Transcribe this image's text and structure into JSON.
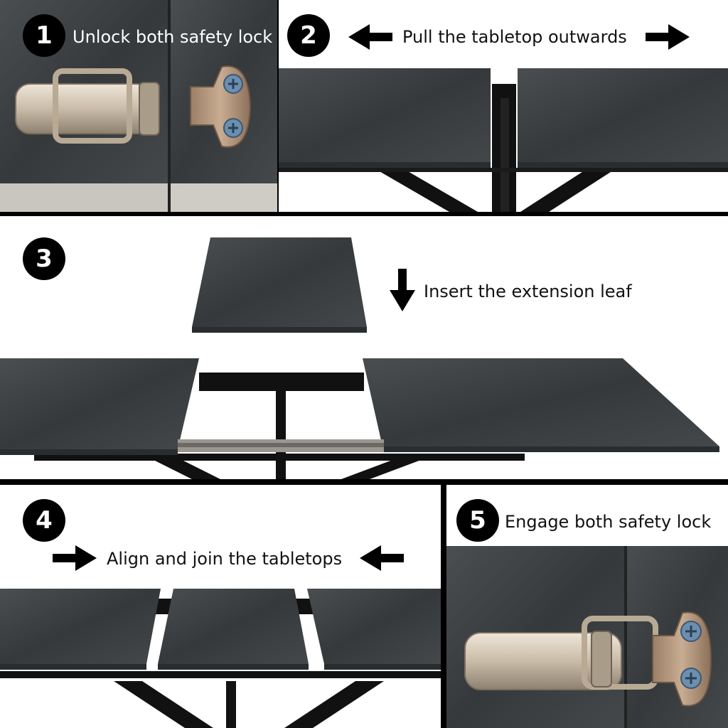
{
  "steps": [
    {
      "number": "1",
      "text": "Unlock both safety lock"
    },
    {
      "number": "2",
      "text": "Pull the tabletop outwards"
    },
    {
      "number": "3",
      "text": "Insert the extension leaf"
    },
    {
      "number": "4",
      "text": "Align and join the tabletops"
    },
    {
      "number": "5",
      "text": "Engage both safety lock"
    }
  ],
  "colors": {
    "tabletop": "#3d4143",
    "frame": "#111111",
    "latch": "#cbbfae",
    "screw": "#6b8fb0",
    "background": "#ffffff"
  }
}
